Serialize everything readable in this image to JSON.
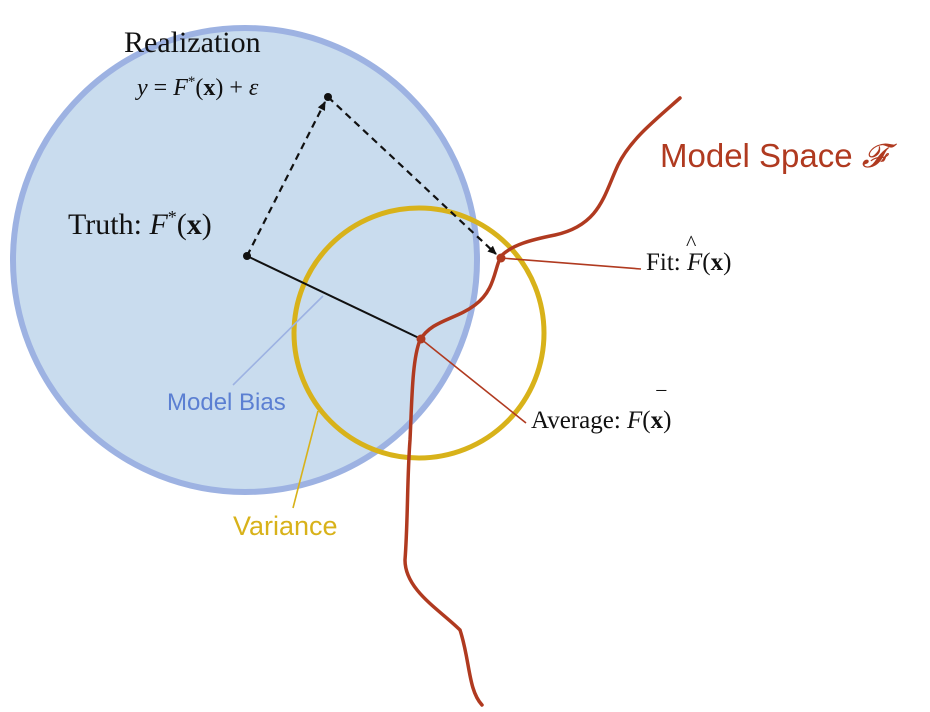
{
  "colors": {
    "truth_disc_fill": "#c9dcee",
    "truth_disc_stroke": "#9db2e2",
    "variance_circle": "#d8b21a",
    "model_space": "#b03a20",
    "model_bias_label": "#5b7fd2",
    "variance_label": "#d8b21a",
    "arrows": "#111111"
  },
  "labels": {
    "realization_title": "Realization",
    "realization_eq_lhs": "y",
    "realization_eq_mid": " = ",
    "realization_eq_F": "F",
    "realization_eq_star": "*",
    "realization_eq_arg": "(",
    "realization_eq_x": "x",
    "realization_eq_close": ")",
    "realization_eq_plus": " + ",
    "realization_eq_eps": "ε",
    "truth_prefix": "Truth: ",
    "truth_F": "F",
    "truth_star": "*",
    "truth_open": "(",
    "truth_x": "x",
    "truth_close": ")",
    "model_space_text": "Model Space ",
    "model_space_symbol": "𝓕",
    "fit_prefix": "Fit: ",
    "fit_F": "F",
    "fit_hat": "^",
    "fit_open": "(",
    "fit_x": "x",
    "fit_close": ")",
    "average_prefix": "Average: ",
    "average_F": "F",
    "average_bar": "‾",
    "average_open": "(",
    "average_x": "x",
    "average_close": ")",
    "model_bias": "Model Bias",
    "variance": "Variance"
  }
}
